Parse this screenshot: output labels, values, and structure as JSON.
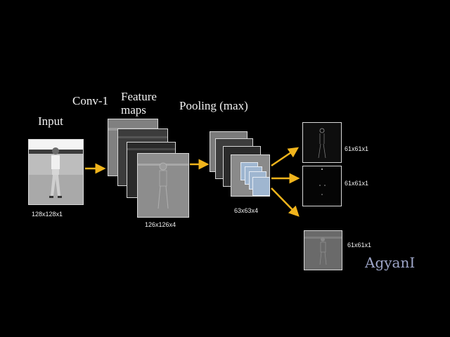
{
  "labels": {
    "input": "Input",
    "conv": "Conv-1",
    "feature_maps": "Feature\nmaps",
    "pooling": "Pooling (max)"
  },
  "dimensions": {
    "input": "128x128x1",
    "feature_maps": "126x126x4",
    "pooled": "63x63x4",
    "out1": "61x61x1",
    "out2": "61x61x1",
    "out3": "61x61x1"
  },
  "logo": "AgyanI",
  "colors": {
    "background": "#000000",
    "arrow": "#f0b41c",
    "filter": "#9fb6d0",
    "logo": "#9ea6c9"
  }
}
